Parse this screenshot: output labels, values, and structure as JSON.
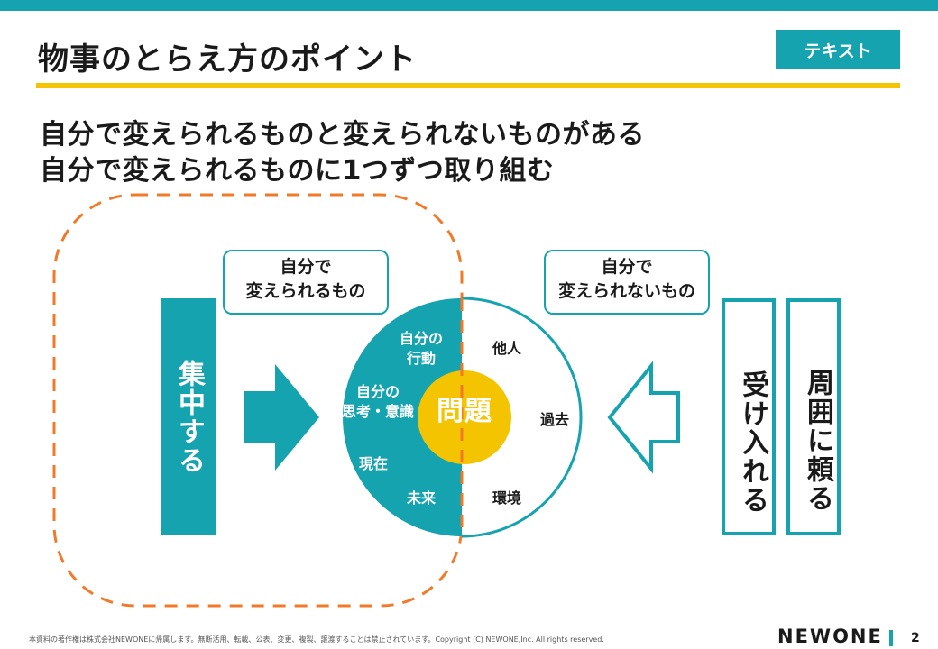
{
  "header": {
    "title": "物事のとらえ方のポイント",
    "tag": "テキスト"
  },
  "lead": {
    "line1": "自分で変えられるものと変えられないものがある",
    "line2": "自分で変えられるものに1つずつ取り組む"
  },
  "diagram": {
    "left_callout": {
      "line1": "自分で",
      "line2": "変えられるもの"
    },
    "right_callout": {
      "line1": "自分で",
      "line2": "変えられないもの"
    },
    "focus_label": "集中する",
    "accept_label": "受け入れる",
    "rely_label": "周囲に頼る",
    "center_label": "問題",
    "circle_left_items": [
      {
        "line1": "自分の",
        "line2": "行動"
      },
      {
        "line1": "自分の",
        "line2": "思考・意識"
      },
      {
        "line1": "現在",
        "line2": ""
      },
      {
        "line1": "未来",
        "line2": ""
      }
    ],
    "circle_right_items": [
      "他人",
      "過去",
      "環境"
    ],
    "colors": {
      "teal": "#16a3b0",
      "yellow": "#f5c400",
      "orange": "#f07a2a"
    }
  },
  "footer": {
    "copyright": "本資料の著作権は株式会社NEWONEに帰属します。無断活用、転載、公表、変更、複製、譲渡することは禁止されています。Copyright (C) NEWONE,Inc.  All rights reserved.",
    "logo_text": "NEWONE",
    "page_number": "2"
  }
}
